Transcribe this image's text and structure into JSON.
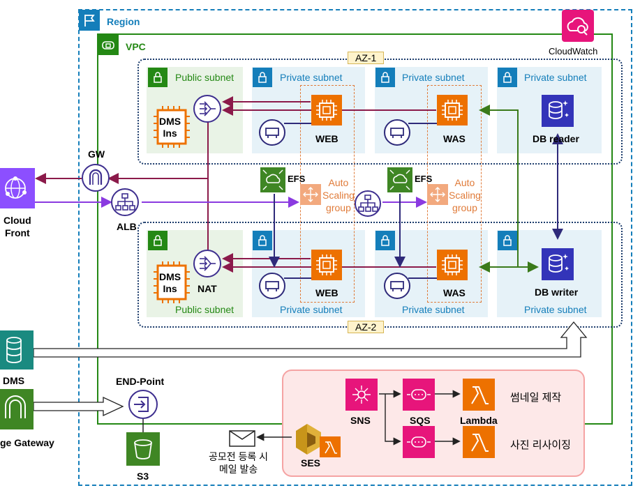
{
  "region": {
    "label": "Region"
  },
  "vpc": {
    "label": "VPC"
  },
  "cloudwatch": {
    "label": "CloudWatch"
  },
  "az1": {
    "label": "AZ-1"
  },
  "az2": {
    "label": "AZ-2"
  },
  "subnets": {
    "public_top": "Public subnet",
    "private_top_1": "Private subnet",
    "private_top_2": "Private subnet",
    "private_top_3": "Private subnet",
    "public_bottom": "Public subnet",
    "private_bottom_1": "Private subnet",
    "private_bottom_2": "Private subnet",
    "private_bottom_3": "Private subnet"
  },
  "nodes": {
    "dms_ins_top": "DMS\nIns",
    "dms_ins_bottom": "DMS\nIns",
    "web_top": "WEB",
    "was_top": "WAS",
    "db_reader": "DB reader",
    "web_bottom": "WEB",
    "was_bottom": "WAS",
    "db_writer": "DB writer",
    "nat": "NAT",
    "gw": "GW",
    "alb": "ALB",
    "efs_1": "EFS",
    "efs_2": "EFS",
    "asg_1": "Auto\nScaling\ngroup",
    "asg_2": "Auto\nScaling\ngroup",
    "cloudfront": "Cloud\nFront",
    "dms": "DMS",
    "storage_gateway": "ge Gateway",
    "endpoint": "END-Point",
    "s3": "S3",
    "sns": "SNS",
    "sqs": "SQS",
    "lambda": "Lambda",
    "ses": "SES",
    "thumbnail": "썸네일 제작",
    "resize": "사진 리사이징",
    "mail": "공모전 등록 시\n메일 발송"
  },
  "colors": {
    "region_border": "#147eba",
    "vpc_border": "#248814",
    "az_border": "#1a3a6a",
    "public_subnet_bg": "#e9f3e6",
    "private_subnet_bg": "#e6f2f8",
    "public_text": "#248814",
    "private_text": "#147eba",
    "ec2_orange": "#ed7100",
    "asg_orange": "#e07b39",
    "db_blue": "#3334b9",
    "network_purple": "#8c4fff",
    "maroon_line": "#8b1a4a",
    "navy_line": "#2e2a7a",
    "green_line": "#3a7a1a",
    "violet_line": "#8a3ae0",
    "app_pink": "#e7157b",
    "sns_panel_bg": "#fde8e8",
    "sns_panel_border": "#f5a3a3",
    "storage_green": "#3f8624",
    "lambda_orange": "#ed7100",
    "ses_gold": "#c8951a"
  }
}
